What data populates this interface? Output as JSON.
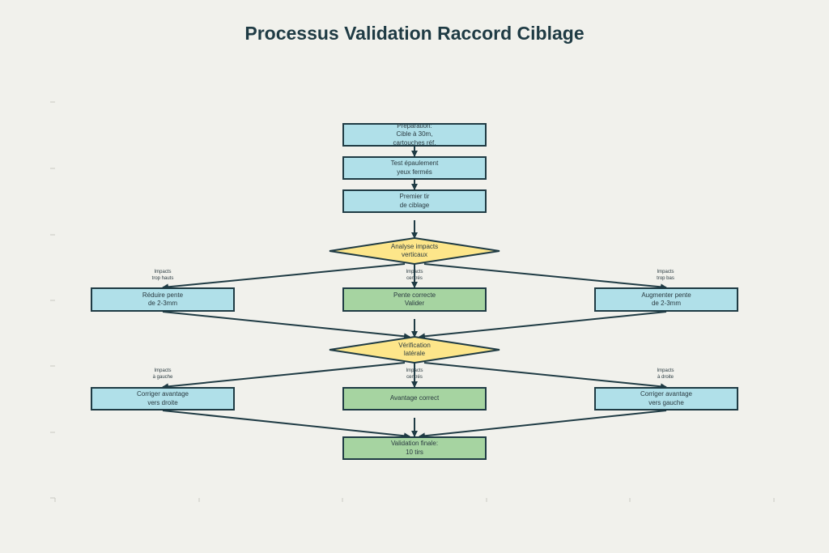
{
  "title": "Processus Validation Raccord Ciblage",
  "nodes": {
    "prep": "Préparation:\nCible à 30m,\ncartouches réf.",
    "test": "Test épaulement\nyeux fermés",
    "premier": "Premier tir\nde ciblage",
    "analyse": "Analyse impacts\nverticaux",
    "reduire": "Réduire pente\nde 2-3mm",
    "pente": "Pente correcte\nValider",
    "augmenter": "Augmenter pente\nde 2-3mm",
    "verif": "Vérification\nlatérale",
    "corriger_droite": "Corriger avantage\nvers droite",
    "avantage": "Avantage correct",
    "corriger_gauche": "Corriger avantage\nvers gauche",
    "final": "Validation finale:\n10 tirs"
  },
  "edge_labels": {
    "trop_hauts": "Impacts\ntrop hauts",
    "centres_1": "Impacts\ncentrés",
    "trop_bas": "Impacts\ntrop bas",
    "gauche": "Impacts\nà gauche",
    "centres_2": "Impacts\ncentrés",
    "droite": "Impacts\nà droite"
  },
  "colors": {
    "stroke": "#1f3b44",
    "process": "#b0e0e9",
    "success": "#a6d4a1",
    "decision": "#fde68a"
  }
}
